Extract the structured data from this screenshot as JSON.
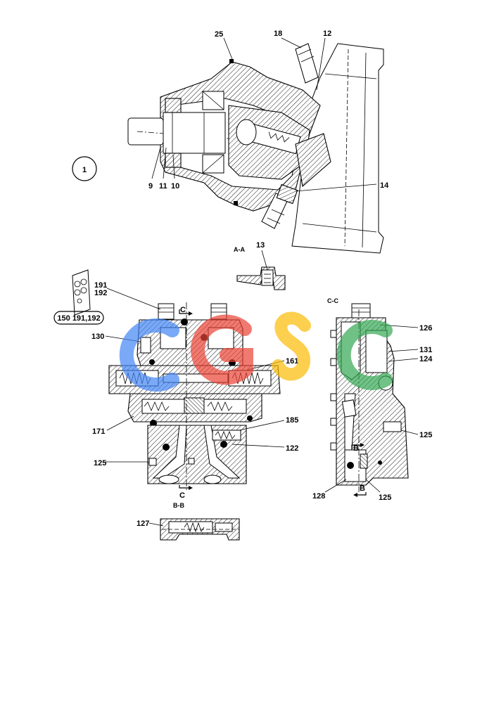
{
  "view_number": "1",
  "section_labels": {
    "aa": "A-A",
    "bb": "B-B",
    "cc": "C-C",
    "c_top": "C",
    "c_bottom": "C",
    "b_left": "B",
    "b_right": "B"
  },
  "kit_box": "150 191,192",
  "parts": {
    "p25": "25",
    "p18": "18",
    "p12": "12",
    "p9": "9",
    "p11": "11",
    "p10": "10",
    "p14": "14",
    "p13": "13",
    "p191": "191",
    "p192": "192",
    "p130": "130",
    "p161": "161",
    "p171": "171",
    "p185": "185",
    "p122": "122",
    "p125a": "125",
    "p126": "126",
    "p131": "131",
    "p124": "124",
    "p125b": "125",
    "p128": "128",
    "p125c": "125",
    "p127": "127"
  },
  "watermark": {
    "text": "CGSC",
    "colors": [
      "#4285f4",
      "#ea4335",
      "#fbbc05",
      "#34a853"
    ]
  }
}
